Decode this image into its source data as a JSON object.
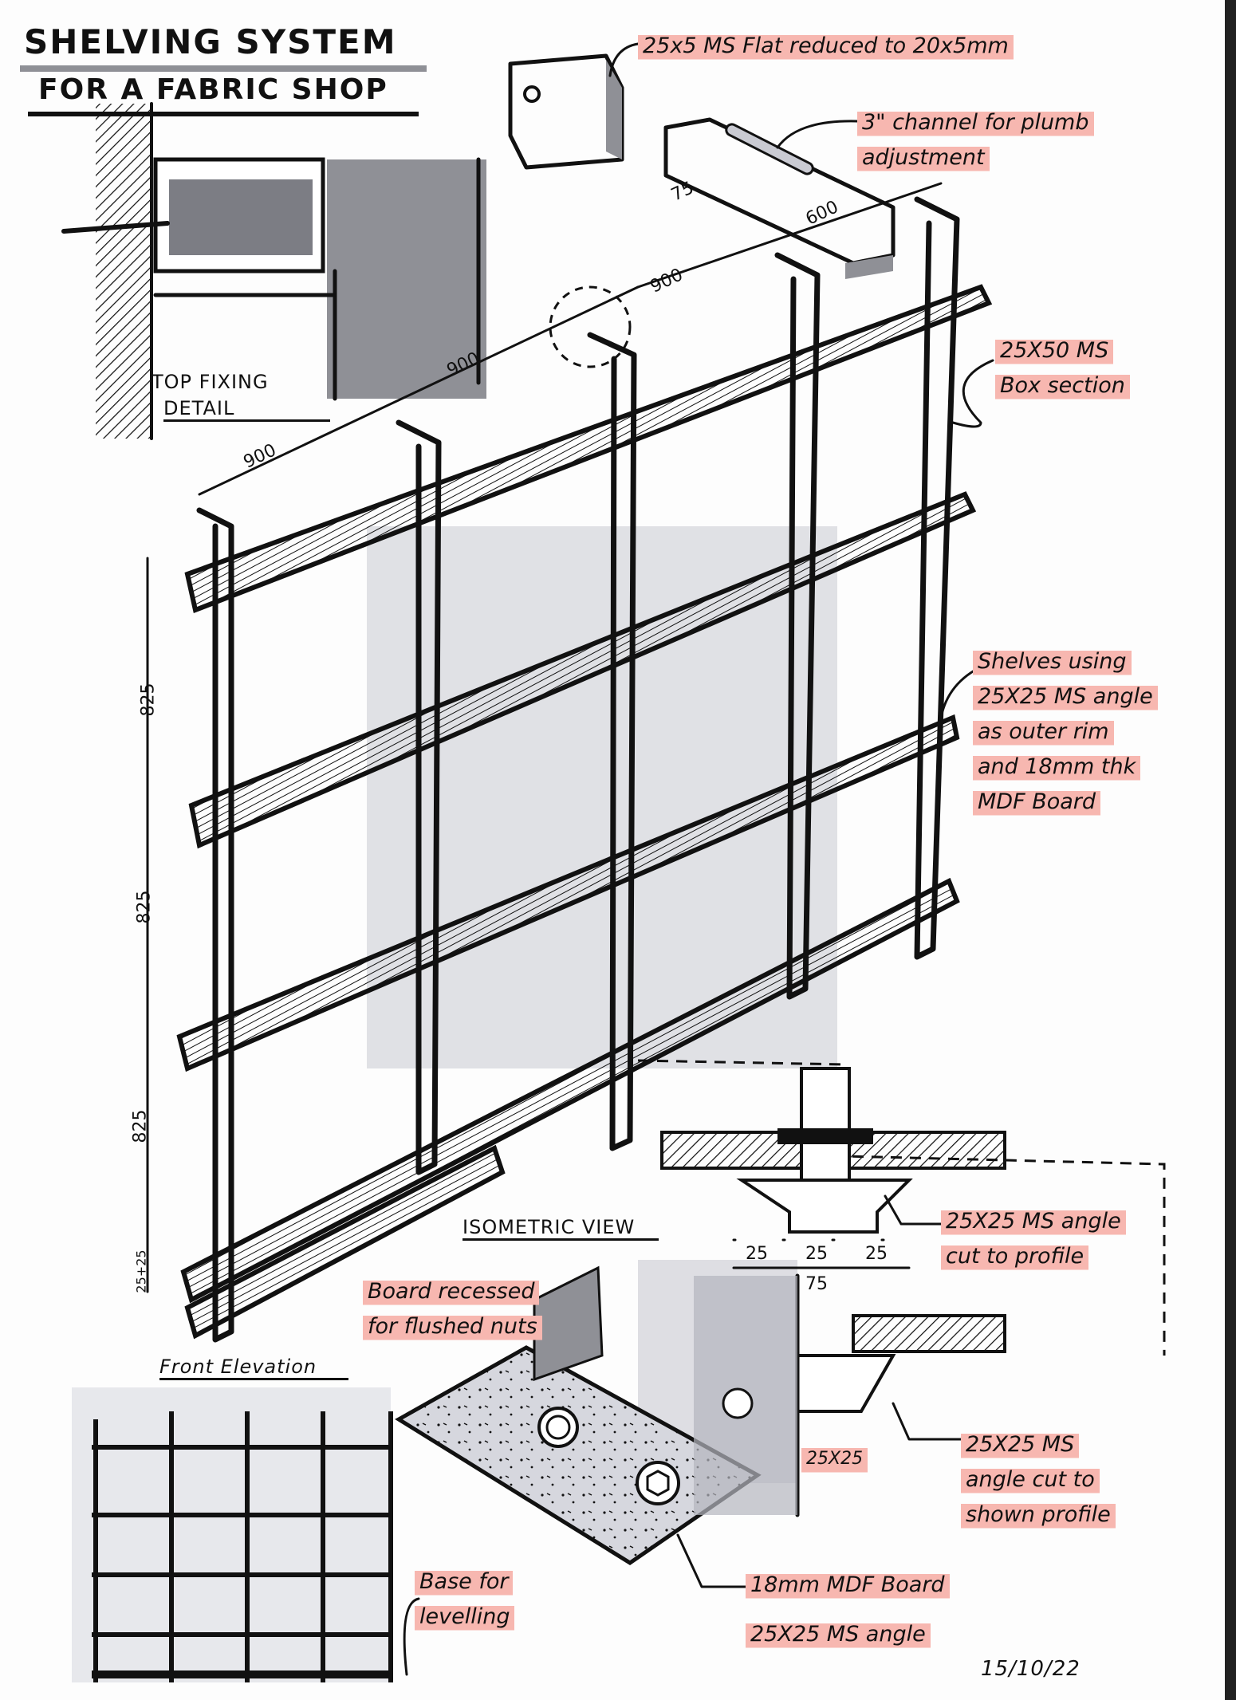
{
  "title": {
    "line1": "SHELVING SYSTEM",
    "line2": "FOR A FABRIC SHOP"
  },
  "view_labels": {
    "top_fixing_detail_1": "TOP FIXING",
    "top_fixing_detail_2": "DETAIL",
    "isometric_view": "ISOMETRIC VIEW",
    "front_elevation": "Front Elevation"
  },
  "annotations": {
    "flat_bar": "25x5 MS Flat reduced to 20x5mm",
    "channel_1": "3\" channel for plumb",
    "channel_2": "adjustment",
    "box_section_1": "25X50 MS",
    "box_section_2": "Box section",
    "shelves_1": "Shelves using",
    "shelves_2": "25X25 MS angle",
    "shelves_3": "as outer rim",
    "shelves_4": "and 18mm thk",
    "shelves_5": "MDF Board",
    "angle_profile_1": "25X25 MS angle",
    "angle_profile_2": "cut to profile",
    "board_recessed_1": "Board recessed",
    "board_recessed_2": "for flushed nuts",
    "angle_shown_1": "25X25 MS",
    "angle_shown_2": "angle cut to",
    "angle_shown_3": "shown profile",
    "angle_size": "25X25",
    "base_levelling_1": "Base for",
    "base_levelling_2": "levelling",
    "mdf_board": "18mm MDF Board",
    "ms_angle": "25X25 MS angle"
  },
  "dimensions": {
    "bay_width_1": "900",
    "bay_width_2": "900",
    "bay_width_3": "900",
    "depth": "600",
    "bracket": "75",
    "shelf_spacing_1": "825",
    "shelf_spacing_2": "825",
    "shelf_spacing_3": "825",
    "base_height": "25+25",
    "section_25a": "25",
    "section_25b": "25",
    "section_25c": "25",
    "section_total": "75"
  },
  "date": "15/10/22",
  "colors": {
    "ink": "#111111",
    "highlighter": "#f7b7b0",
    "marker_grey": "#8f9096",
    "marker_light": "#c9cad2"
  }
}
